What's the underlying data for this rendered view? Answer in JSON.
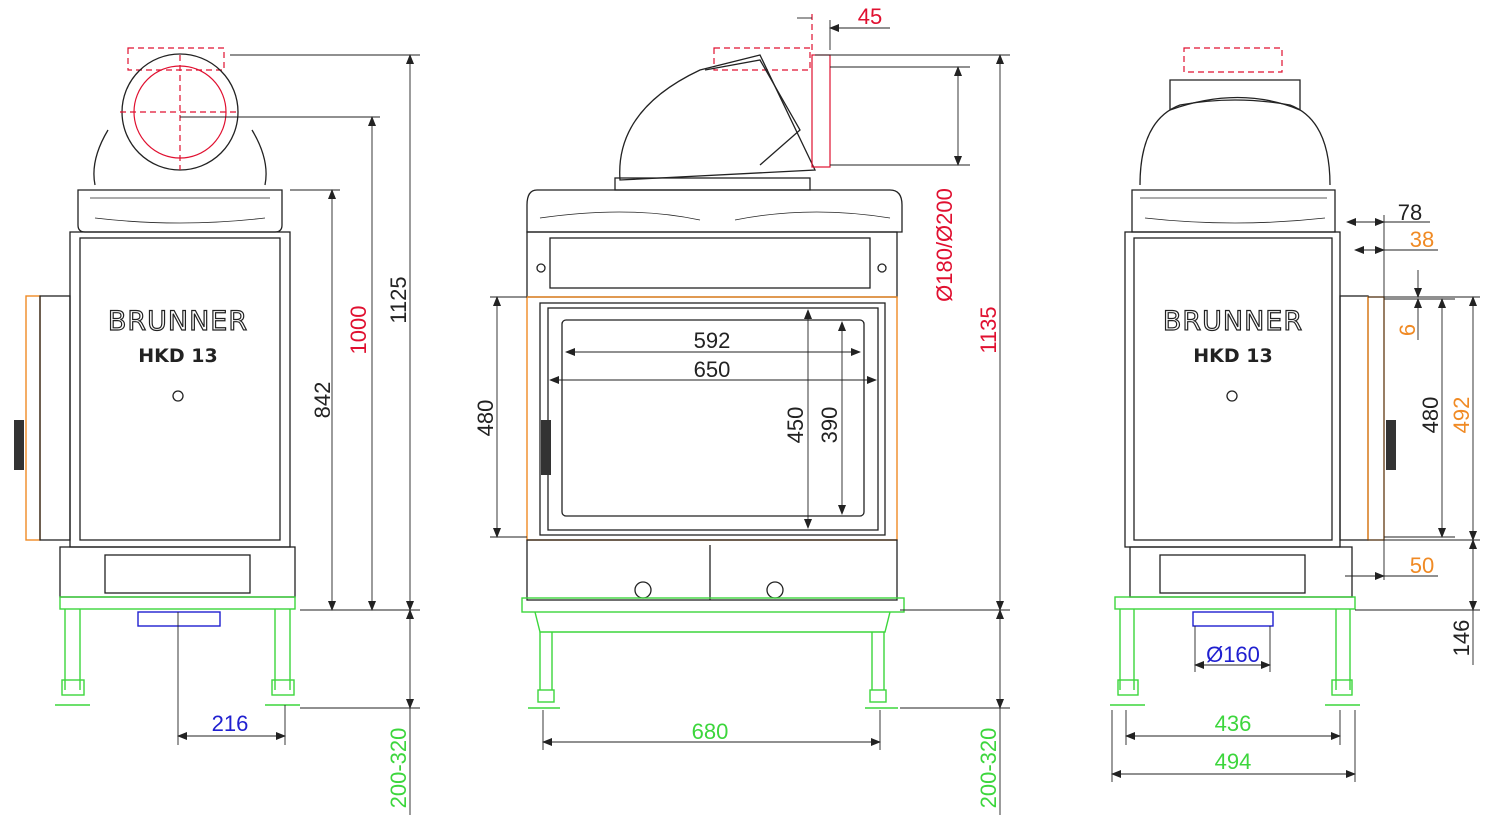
{
  "product": {
    "brand": "BRUNNER",
    "model": "HKD 13"
  },
  "colors": {
    "red": "#e01030",
    "orange": "#f08a24",
    "green": "#3cd63c",
    "blue": "#2020d0",
    "black": "#222222"
  },
  "side_view_left": {
    "height_total": "1125",
    "height_flue": "1000",
    "height_body": "842",
    "flue_offset": "216",
    "stand_height": "200-320"
  },
  "front_view": {
    "flue_offset_top": "45",
    "flue_diameter": "Ø180/Ø200",
    "height_total": "1135",
    "glass_width_inner": "592",
    "glass_width_outer": "650",
    "door_height": "480",
    "glass_height_outer": "450",
    "glass_height_inner": "390",
    "stand_width": "680",
    "stand_height": "200-320"
  },
  "side_view_right": {
    "depth_78": "78",
    "depth_38": "38",
    "offset_6": "6",
    "door_height": "480",
    "frame_height": "492",
    "offset_50": "50",
    "base_height": "146",
    "air_diameter": "Ø160",
    "stand_inner": "436",
    "stand_outer": "494"
  }
}
